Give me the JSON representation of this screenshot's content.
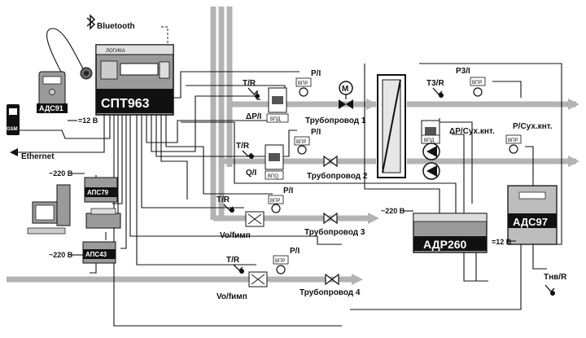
{
  "labels": {
    "bluetooth": "Bluetooth",
    "ethernet": "Ethernet",
    "gsm": "GSM",
    "spt963": "СПТ963",
    "logika": "ЛОГИКА",
    "adr260": "АДР260",
    "ads97": "АДС97",
    "ads91": "АДС91",
    "aps79": "АПС79",
    "aps43": "АПС43",
    "v12a": "=12 В",
    "v12b": "=12 В",
    "v220a": "~220 В",
    "v220b": "~220 В",
    "v220c": "~220 В",
    "pipe1": "Трубопровод 1",
    "pipe2": "Трубопровод 2",
    "pipe3": "Трубопровод 3",
    "pipe4": "Трубопровод 4",
    "tr1": "T/R",
    "tr2": "T/R",
    "tr3": "T/R",
    "tr4": "T/R",
    "t3r": "T3/R",
    "tnvr": "Tнв/R",
    "pi1": "P/I",
    "pi2": "P/I",
    "pi3": "P/I",
    "pi4": "P/I",
    "p3i": "P3/I",
    "dpi": "ΔP/I",
    "qi": "Q/I",
    "vo1": "Vo/fимп",
    "vo2": "Vo/fимп",
    "dp_sux": "ΔP/Сух.кнт.",
    "p_sux": "P/Сух.кнт.",
    "vpr": "ВПР",
    "vpd": "ВПД",
    "vpq": "ВПQ",
    "motor": "M"
  },
  "colors": {
    "pipe": "#b3b3b3",
    "device": "#111111",
    "device_panel": "#9a9a9a"
  }
}
